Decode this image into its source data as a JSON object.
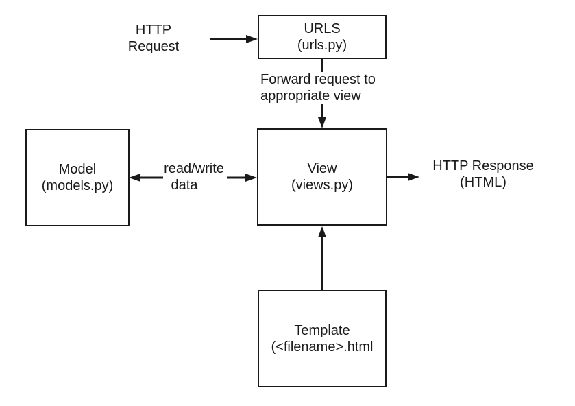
{
  "diagram": {
    "colors": {
      "background": "#ffffff",
      "line": "#1a1a1a",
      "text": "#1a1a1a"
    },
    "nodes": {
      "urls": {
        "title": "URLS",
        "subtitle": "(urls.py)"
      },
      "model": {
        "title": "Model",
        "subtitle": "(models.py)"
      },
      "view": {
        "title": "View",
        "subtitle": "(views.py)"
      },
      "template": {
        "title": "Template",
        "subtitle": "(<filename>.html"
      }
    },
    "labels": {
      "http_request": {
        "line1": "HTTP",
        "line2": "Request"
      },
      "forward": {
        "line1": "Forward request to",
        "line2": "appropriate view"
      },
      "read_write": {
        "line1": "read/write",
        "line2": "data"
      },
      "http_response": {
        "line1": "HTTP Response",
        "line2": "(HTML)"
      }
    }
  }
}
